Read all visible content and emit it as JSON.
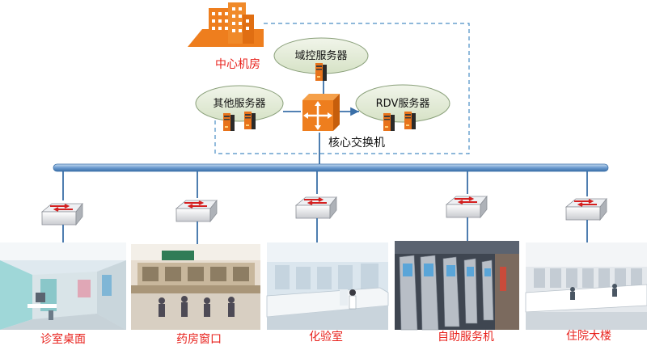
{
  "center": {
    "label": "中心机房",
    "core_switch_label": "核心交换机",
    "servers": [
      {
        "label": "域控服务器"
      },
      {
        "label": "其他服务器"
      },
      {
        "label": "RDV服务器"
      }
    ]
  },
  "access": [
    {
      "label": "诊室桌面",
      "photo": "clinic-room"
    },
    {
      "label": "药房窗口",
      "photo": "pharmacy-window"
    },
    {
      "label": "化验室",
      "photo": "laboratory"
    },
    {
      "label": "自助服务机",
      "photo": "self-service-kiosks"
    },
    {
      "label": "住院大楼",
      "photo": "inpatient-building"
    }
  ],
  "colors": {
    "accent_orange": "#ee7e1e",
    "bus_blue": "#7fa9d6",
    "dashed_blue": "#4a8ec4",
    "label_red": "#e8211c",
    "ellipse_fill": "#e3ebd6"
  },
  "icons": [
    "building-icon",
    "server-icon",
    "core-switch-icon",
    "switch-icon"
  ]
}
